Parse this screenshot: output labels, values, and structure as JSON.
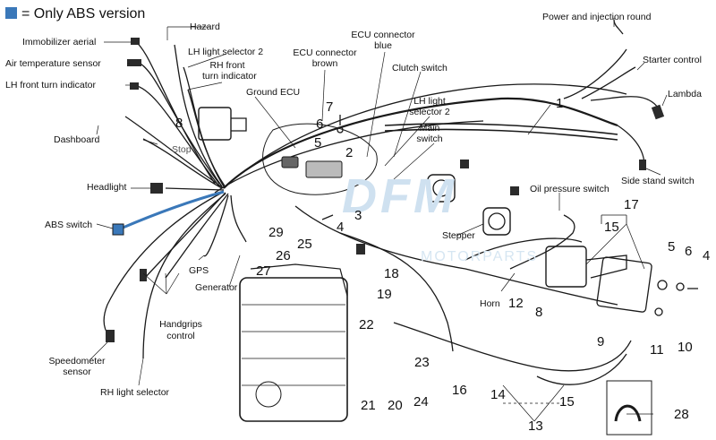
{
  "legend": {
    "text": "= Only ABS version",
    "color": "#3a78b9"
  },
  "watermark": {
    "main": "DFM",
    "sub": "MOTORPARTS"
  },
  "labels": {
    "hazard": "Hazard",
    "immobilizer": "Immobilizer aerial",
    "air_temp": "Air temperature sensor",
    "lh_front_turn": "LH front turn indicator",
    "lh_sel_2_top": "LH light selector 2",
    "rh_front_turn_1": "RH front",
    "rh_front_turn_2": "turn indicator",
    "dashboard": "Dashboard",
    "stop": "Stop",
    "ecu_brown_1": "ECU connector",
    "ecu_brown_2": "brown",
    "ecu_blue_1": "ECU connector",
    "ecu_blue_2": "blue",
    "clutch": "Clutch switch",
    "ground_ecu": "Ground ECU",
    "lh_sel_2_mid_1": "LH light",
    "lh_sel_2_mid_2": "selector 2",
    "main_switch_1": "Main",
    "main_switch_2": "switch",
    "power_injection": "Power and injection round",
    "starter": "Starter control",
    "lambda": "Lambda",
    "side_stand": "Side stand switch",
    "headlight": "Headlight",
    "abs_switch": "ABS switch",
    "oil_pressure": "Oil pressure switch",
    "stepper": "Stepper",
    "gps": "GPS",
    "generator": "Generator",
    "handgrips_1": "Handgrips",
    "handgrips_2": "control",
    "horn": "Horn",
    "speedometer_1": "Speedometer",
    "speedometer_2": "sensor",
    "rh_light_selector": "RH light selector"
  },
  "numbers": {
    "n1": "1",
    "n2": "2",
    "n3": "3",
    "n4a": "4",
    "n4b": "4",
    "n5a": "5",
    "n5b": "5",
    "n6a": "6",
    "n6b": "6",
    "n7": "7",
    "n8a": "8",
    "n8b": "8",
    "n9": "9",
    "n10": "10",
    "n11": "11",
    "n12": "12",
    "n13": "13",
    "n14": "14",
    "n15a": "15",
    "n15b": "15",
    "n16": "16",
    "n17": "17",
    "n18": "18",
    "n19": "19",
    "n20": "20",
    "n21": "21",
    "n22": "22",
    "n23": "23",
    "n24": "24",
    "n25": "25",
    "n26": "26",
    "n27": "27",
    "n28": "28",
    "n29": "29"
  }
}
